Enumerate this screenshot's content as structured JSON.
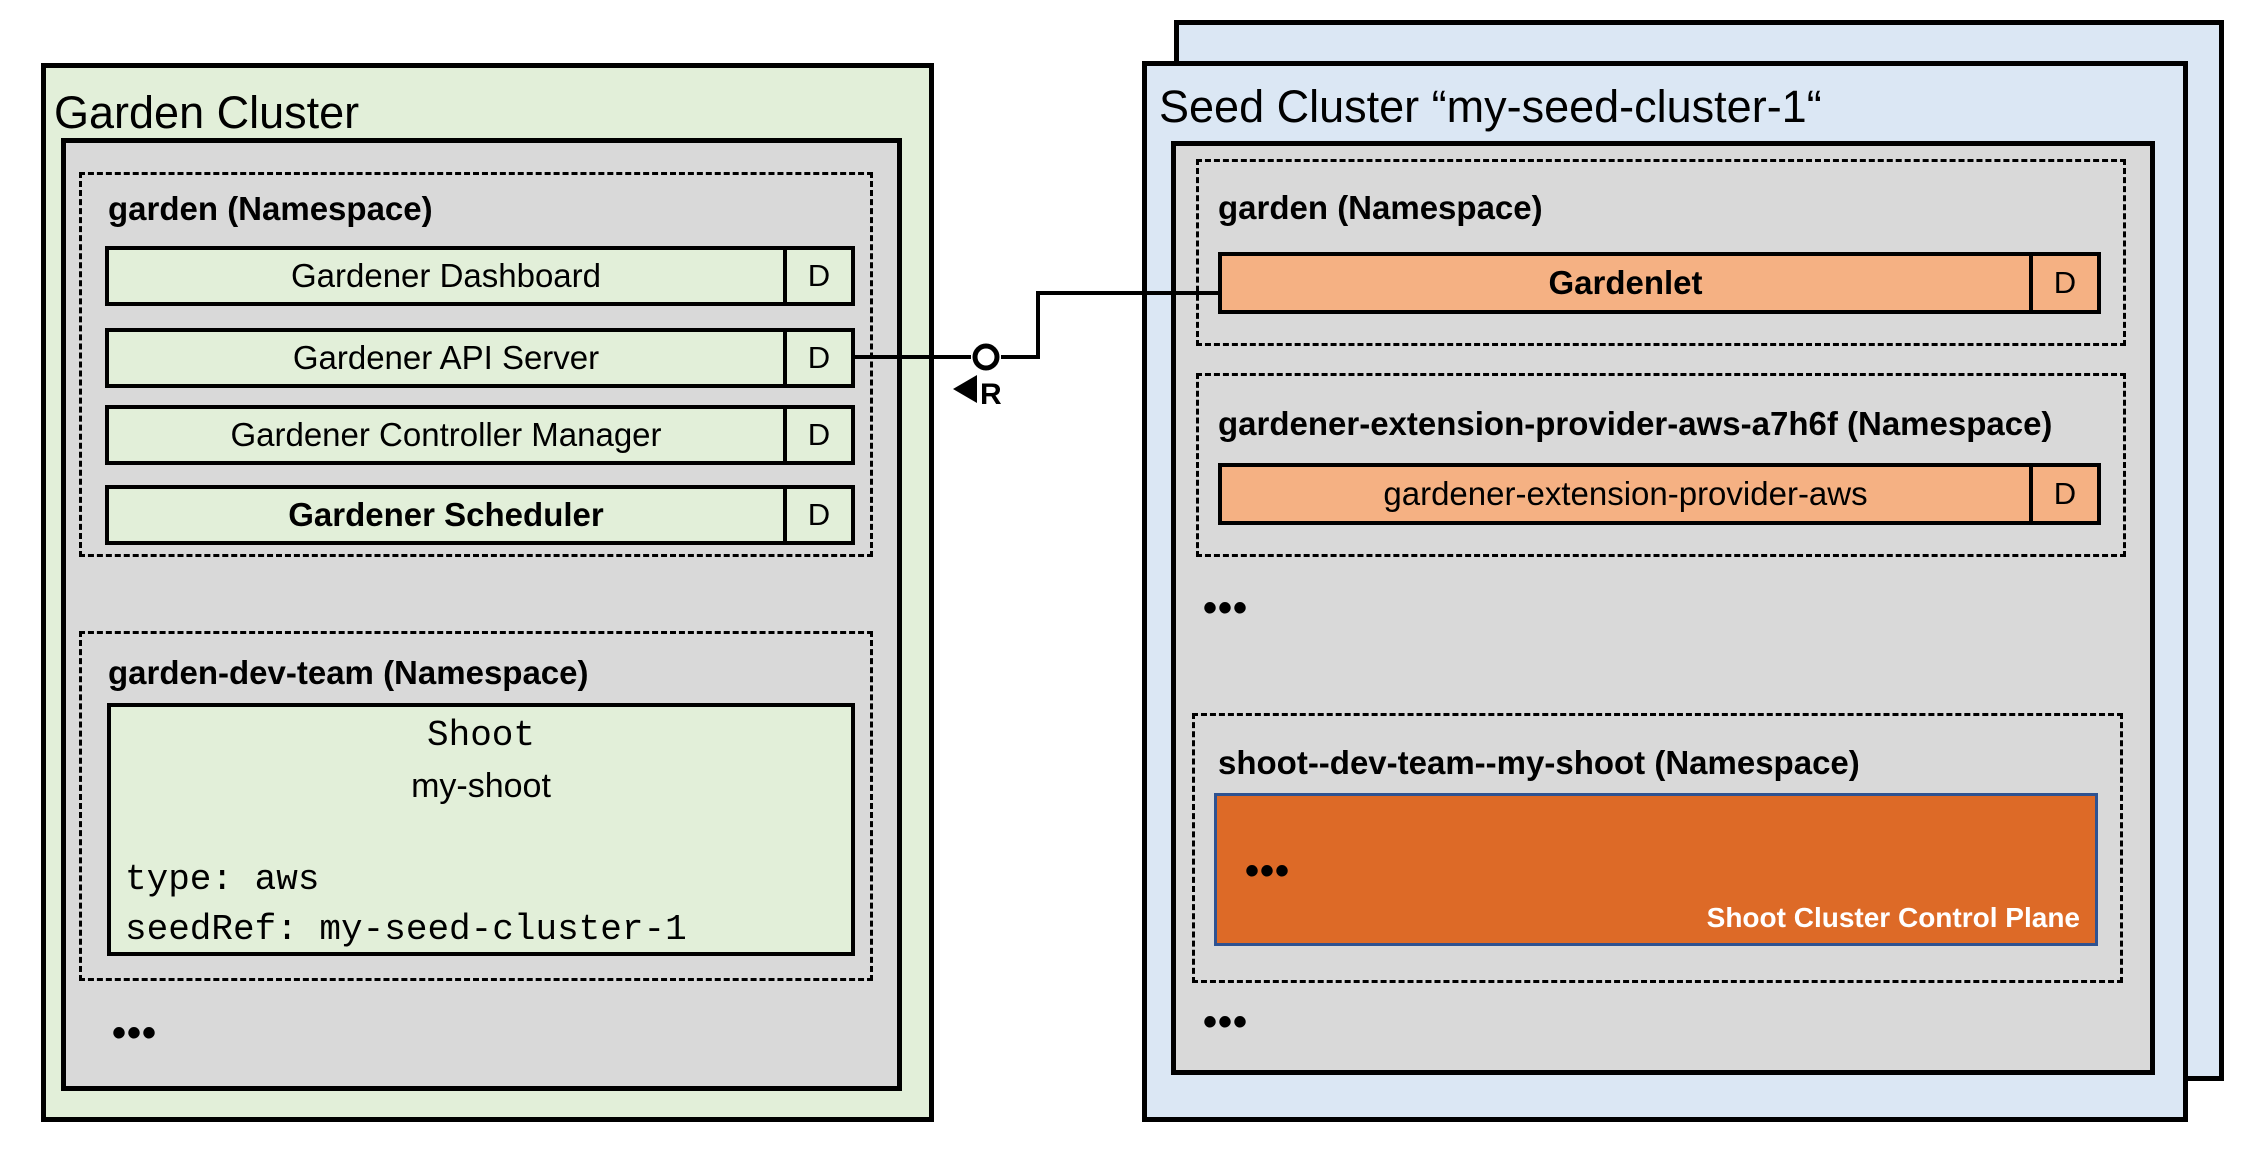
{
  "left": {
    "title": "Garden Cluster",
    "ns_garden": {
      "header": "garden (Namespace)",
      "rows": [
        {
          "label": "Gardener Dashboard",
          "badge": "D"
        },
        {
          "label": "Gardener API Server",
          "badge": "D"
        },
        {
          "label": "Gardener Controller Manager",
          "badge": "D"
        },
        {
          "label": "Gardener Scheduler",
          "badge": "D"
        }
      ]
    },
    "ns_dev": {
      "header": "garden-dev-team (Namespace)",
      "shoot": {
        "kind": "Shoot",
        "name": "my-shoot",
        "line1": "type: aws",
        "line2": "seedRef: my-seed-cluster-1"
      }
    },
    "ellipsis": "•••"
  },
  "right": {
    "title": "Seed Cluster “my-seed-cluster-1“",
    "ns_garden": {
      "header": "garden (Namespace)",
      "row": {
        "label": "Gardenlet",
        "badge": "D"
      }
    },
    "ns_ext": {
      "header": "gardener-extension-provider-aws-a7h6f (Namespace)",
      "row": {
        "label": "gardener-extension-provider-aws",
        "badge": "D"
      }
    },
    "ellipsis1": "•••",
    "ns_shoot": {
      "header": "shoot--dev-team--my-shoot (Namespace)",
      "control_plane": {
        "ellipsis": "•••",
        "label": "Shoot Cluster Control Plane"
      }
    },
    "ellipsis2": "•••"
  },
  "connector": {
    "label": "R"
  },
  "colors": {
    "cluster_green": "#e2efd9",
    "cluster_blue": "#dbe7f4",
    "panel_gray": "#d9d9d9",
    "row_green": "#e2efd9",
    "row_orange": "#f5b183",
    "cp_orange": "#dd6a27",
    "cp_border": "#2e5291"
  }
}
